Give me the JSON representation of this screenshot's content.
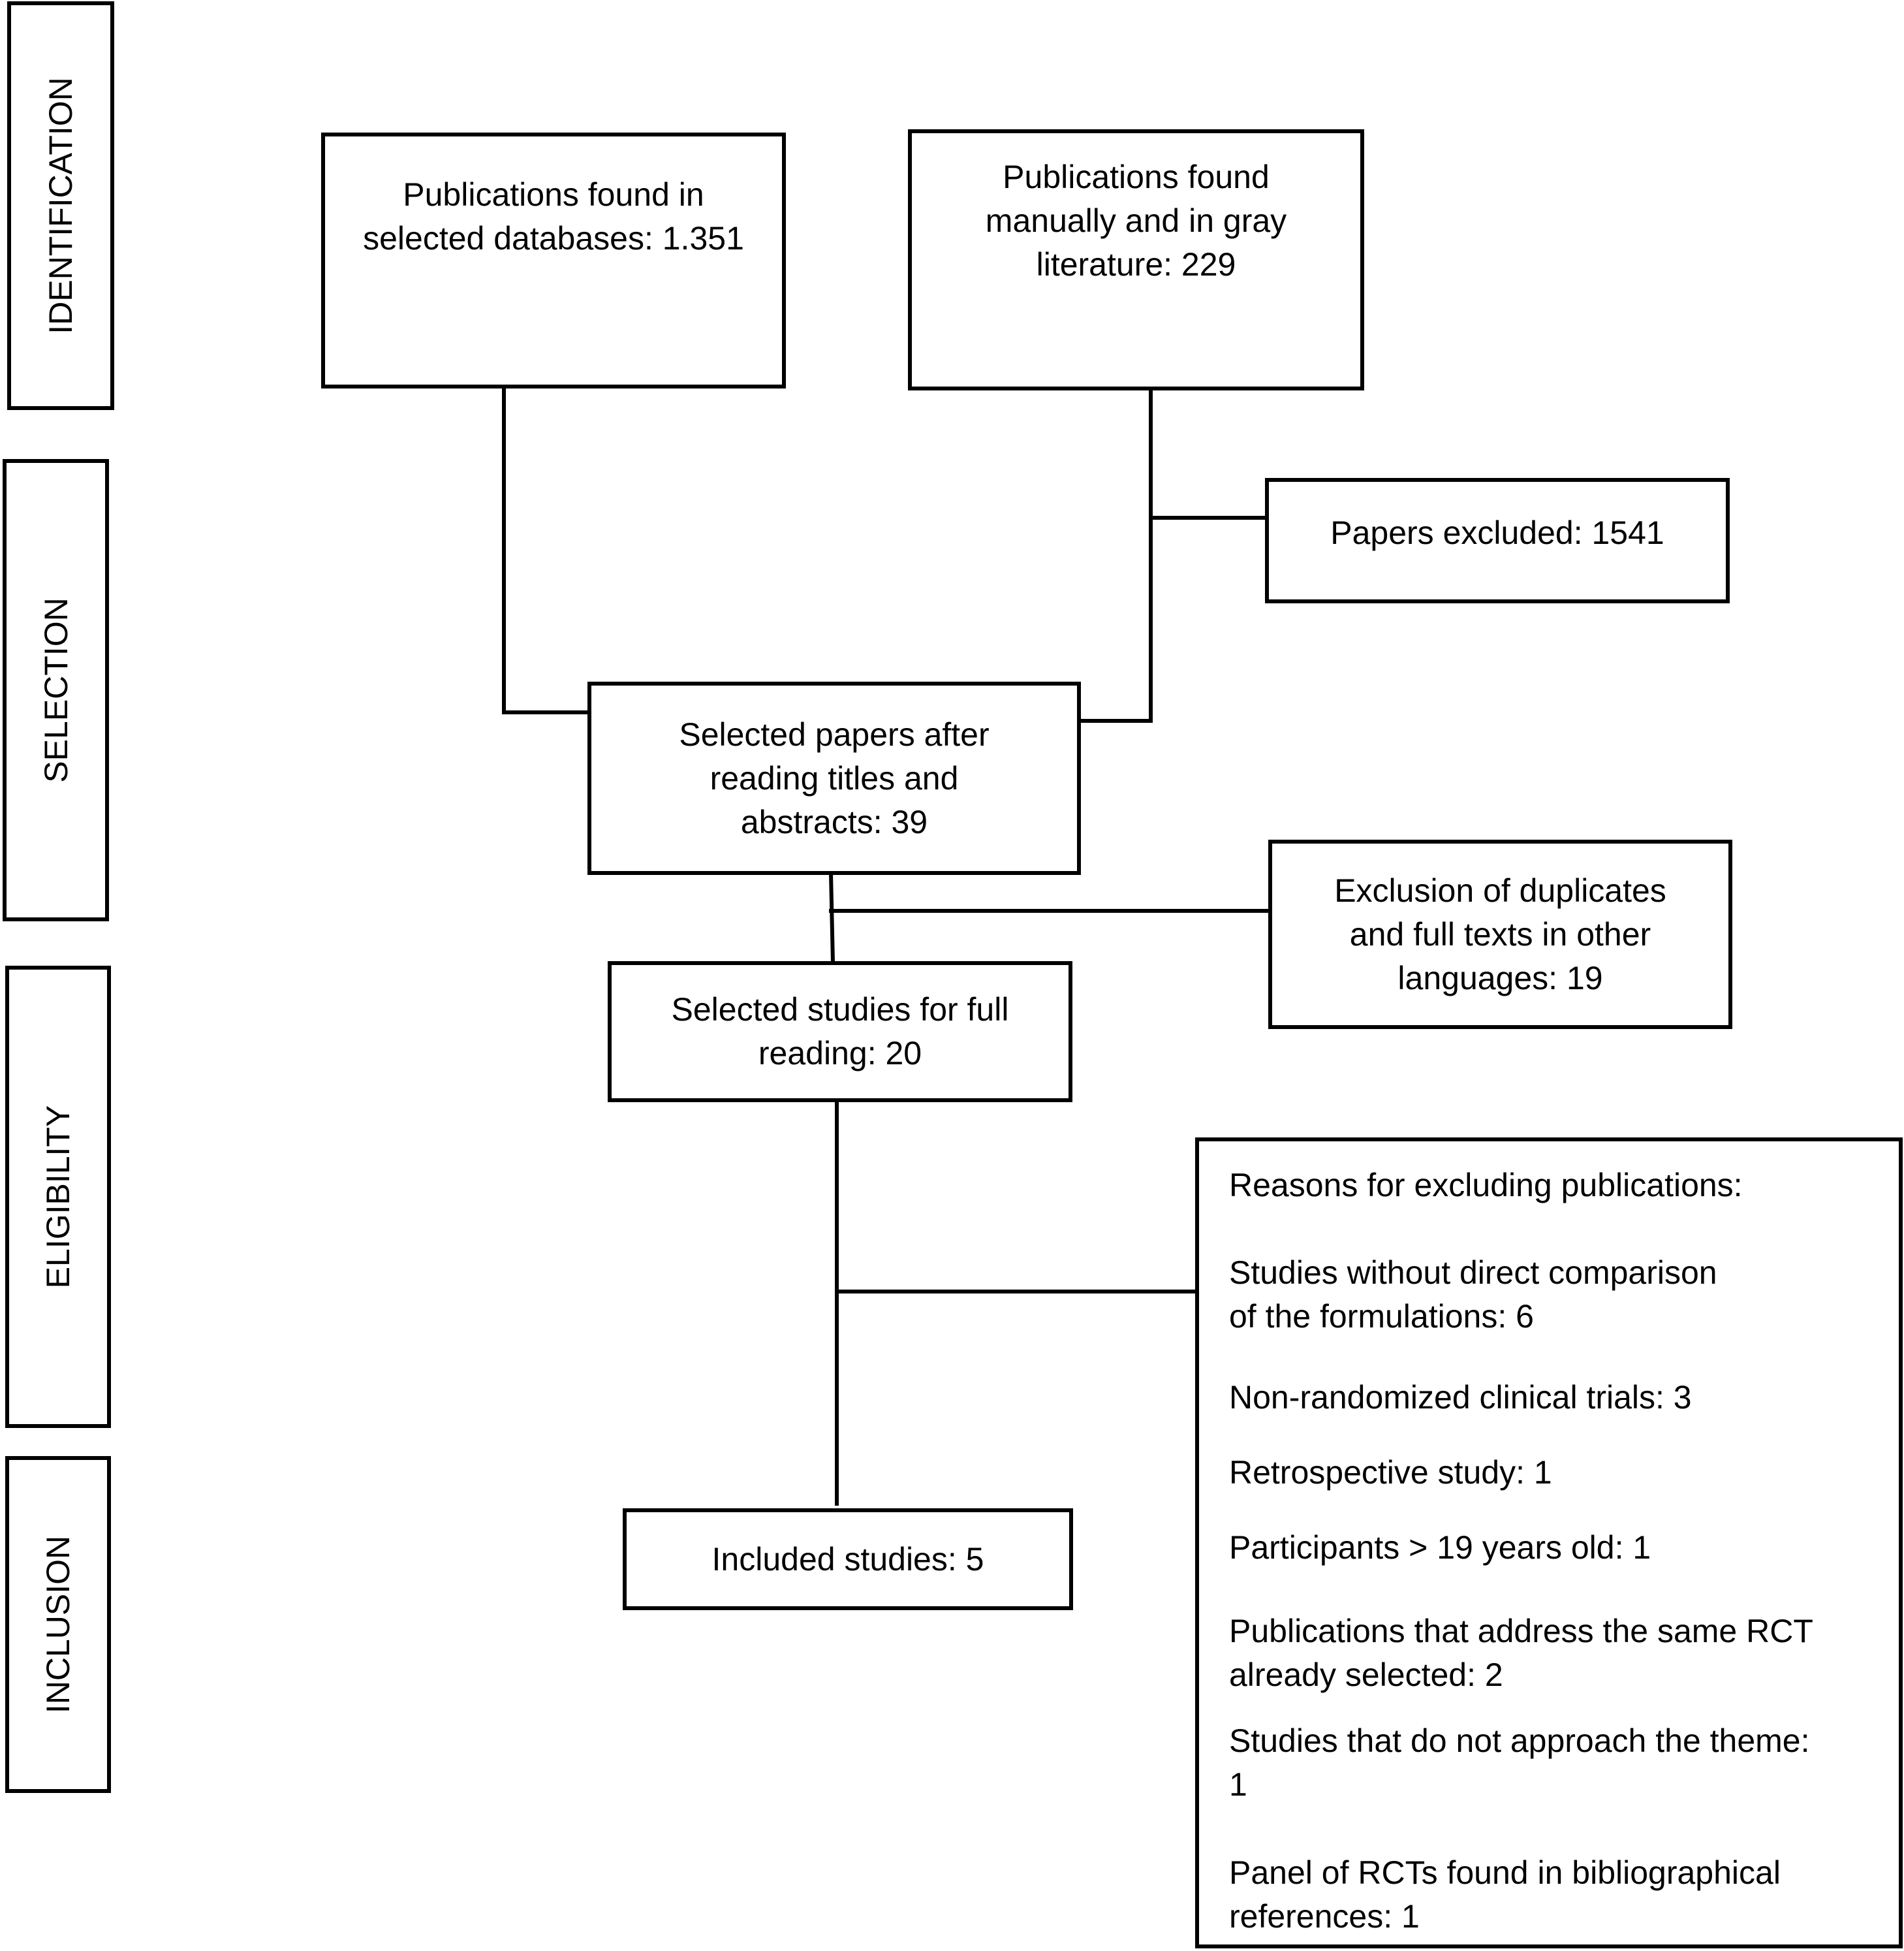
{
  "stages": {
    "identification": "IDENTIFICATION",
    "selection": "SELECTION",
    "eligibility": "ELIGIBILITY",
    "inclusion": "INCLUSION"
  },
  "boxes": {
    "databases": "Publications found in\nselected databases: 1.351",
    "manual": "Publications found\nmanually and in gray\nliterature: 229",
    "excluded": "Papers excluded: 1541",
    "selected_titles": "Selected papers after\nreading titles and\nabstracts: 39",
    "duplicates": "Exclusion of duplicates\nand full texts in other\nlanguages: 19",
    "full_reading": "Selected studies for full\nreading: 20",
    "included": "Included studies: 5"
  },
  "reasons": {
    "heading": "Reasons for excluding publications:",
    "items": [
      "Studies without direct comparison\nof the formulations: 6",
      "Non-randomized clinical trials: 3",
      "Retrospective study: 1",
      "Participants > 19 years old: 1",
      "Publications that address the same RCT\nalready selected: 2",
      "Studies that do not approach the theme:\n1",
      "Panel of RCTs found in bibliographical\nreferences: 1"
    ]
  }
}
